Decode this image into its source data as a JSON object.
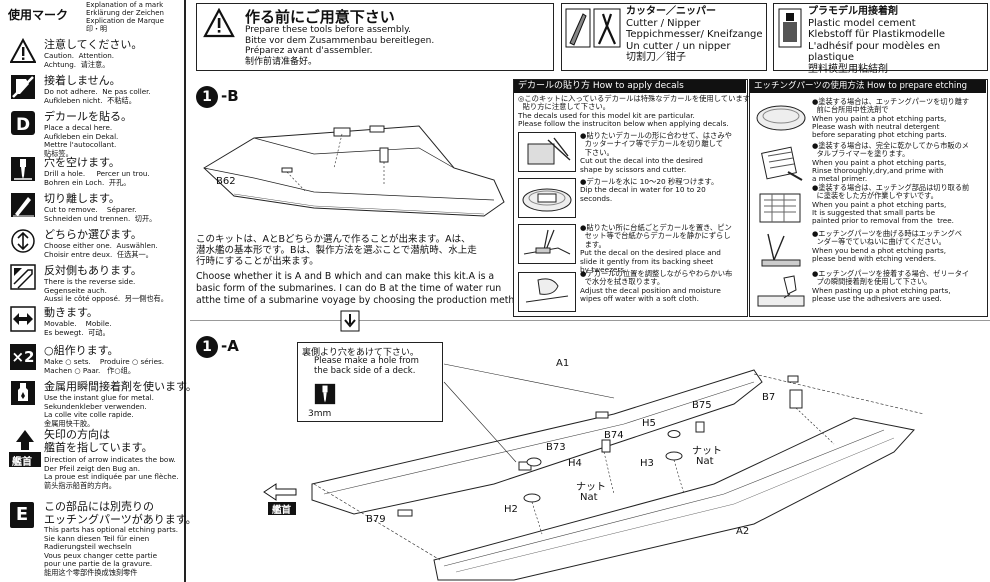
{
  "legend": {
    "title": "使用マーク",
    "header_en": "Explanation of a mark",
    "header_de": "Erklärung der Zeichen",
    "header_fr": "Explication de Marque",
    "header_cn": "印・明",
    "items": [
      {
        "jp": "注意してください。",
        "en": "Caution.  Attention.",
        "de": "Achtung.  请注意。",
        "fr": ""
      },
      {
        "jp": "接着しません。",
        "en": "Do not adhere.  Ne pas coller.",
        "de": "Aufkleben nicht.  不粘结。",
        "fr": ""
      },
      {
        "jp": "デカールを貼る。",
        "en": "Place a decal here.",
        "de": "Aufkleben ein Dekal.",
        "fr": "Mettre l'autocollant.\n贴标签。"
      },
      {
        "jp": "穴を空けます。",
        "en": "Drill a hole.     Percer un trou.",
        "de": "Bohren ein Loch.  开孔。",
        "fr": ""
      },
      {
        "jp": "切り離します。",
        "en": "Cut to remove.    Séparer.",
        "de": "Schneiden und trennen.  切开。",
        "fr": ""
      },
      {
        "jp": "どちらか選びます。",
        "en": "Choose either one.  Auswählen.",
        "de": "Choisir entre deux.  任选其一。",
        "fr": ""
      },
      {
        "jp": "反対側もあります。",
        "en": "There is the reverse side.",
        "de": "Gegenseite auch.",
        "fr": "Aussi le côté opposé.  另一側也有。"
      },
      {
        "jp": "動きます。",
        "en": "Movable.    Mobile.",
        "de": "Es bewegt.  可动。",
        "fr": ""
      },
      {
        "jp": "○組作ります。",
        "en": "Make ○ sets.    Produire ○ séries.",
        "de": "Machen ○ Paar.   作○组。",
        "fr": ""
      },
      {
        "jp": "金属用瞬間接着剤を使います。",
        "en": "Use the instant glue for metal.",
        "de": "Sekundenkleber verwenden.",
        "fr": "La colle vite colle rapide.\n金属用快干胶。"
      },
      {
        "jp": "矢印の方向は\n艦首を指しています。",
        "en": "Direction of arrow indicates the bow.",
        "de": "Der Pfeil zeigt den Bug an.",
        "fr": "La proue est indiquée par une flèche.\n箭头指示船首的方向。"
      },
      {
        "jp": "この部品には別売りの\nエッチングパーツがあります。",
        "en": "This parts has optional etching parts.",
        "de": "Sie kann diesen Teil für einen\nRadierungsteil wechseln",
        "fr": "Vous peux changer cette partie\npour une partie de la gravure.\n能用这个零部件换成蚀刻零件"
      }
    ],
    "icon_x2": "×2",
    "bow_label": "艦首",
    "etch_label": "E"
  },
  "tools": {
    "title_jp": "作る前にご用意下さい",
    "title_lines": [
      "Prepare these tools before assembly.",
      "Bitte vor dem Zusammenbau bereitlegen.",
      "Préparez avant d'assembler.",
      "制作前请准备好。"
    ],
    "cutter_lines": [
      "カッター／ニッパー",
      "Cutter / Nipper",
      "Teppichmesser/ Kneifzange",
      "Un cutter / un nipper",
      "切割刀／钳子"
    ],
    "cement_lines": [
      "プラモデル用接着剤",
      "Plastic model cement",
      "Klebstoff für Plastikmodelle",
      "L'adhésif pour modèles en plastique",
      "塑料模型用粘結剤"
    ]
  },
  "step1b": {
    "num": "1",
    "suffix": "-B",
    "part_b62": "B62",
    "text_jp": "このキットは、AとBどちらか選んで作ることが出来ます。Aは、\n潜水艦の基本形です。Bは、製作方法を選ぶことで潜航時、水上走\n行時にすることが出来ます。",
    "text_en": "Choose whether it is A and B which and can make this kit.A is a\nbasic form of the submarines. I can do B at the time of water run\natthe time of a submarine voyage by choosing the production method."
  },
  "decals": {
    "header_jp": "デカールの貼り方",
    "header_en": "How to apply decals",
    "intro": "◎このキットに入っているデカールは特殊なデカールを使用しています。\n  貼り方に注意して下さい。\nThe decals used for this model kit are particular.\nPlease follow the instruciton below when applying decals.",
    "steps": [
      "●貼りたいデカールの形に合わせて、はさみや\n  カッターナイフ等でデカールを切り離して\n  下さい。\nCut out the decal into the desired\nshape by scissors and cutter.",
      "●デカールを水に 10～20 秒程つけます。\nDip the decal in water for 10 to 20\nseconds.",
      "●貼りたい所に台紙ごとデカールを置き、ピン\n  セット等で台紙からデカールを静かにずらし\n  ます。\nPut the decal on the desired place and\nslide it gently from its backing sheet\nby tweezers.",
      "●デカールの位置を調整しながらやわらかい布\n  で水分を拭き取ります。\nAdjust the decal position and moisture\nwipes off water with a soft cloth."
    ]
  },
  "etching": {
    "header_jp": "エッチングパーツの使用方法",
    "header_en": "How to prepare etching parts",
    "steps": [
      "●塗装する場合は、エッチングパーツを切り離す\n  前に台所用中性洗剤で\nWhen you paint a phot etching parts,\nPlease wash with neutral detergent\nbefore separating phot etching parts.",
      "●塗装する場合は、完全に乾かしてから市販のメ\n  タルプライマーを塗ります。\nWhen you paint a phot etching parts,\nRinse thoroughly,dry,and prime with\na metal primer.",
      "●塗装する場合は、エッチング部品は切り取る前\n  に塗装をした方が作業しやすいです。\nWhen you paint a phot etching parts,\nIt is suggested that small parts be\npainted prior to removal from the  tree.",
      "●エッチングパーツを曲げる時はエッチングベ\n  ンダー等でていねいに曲げてください。\nWhen you bend a phot etching parts,\nplease bend with etching venders.",
      "●エッチングパーツを接着する場合、ゼリータイ\n  プの瞬間接着剤を使用して下さい。\nWhen pasting up a phot etching parts,\nplease use the adhesivers are used."
    ]
  },
  "step1a": {
    "num": "1",
    "suffix": "-A",
    "note_jp": "裏側より穴をあけて下さい。",
    "note_en": "Please make a hole from\nthe back side of a deck.",
    "drill_size": "3mm",
    "bow_label": "艦首",
    "parts": {
      "a1": "A1",
      "a2": "A2",
      "b73": "B73",
      "b74": "B74",
      "b75": "B75",
      "b7": "B7",
      "b79": "B79",
      "h2": "H2",
      "h3": "H3",
      "h4": "H4",
      "h5": "H5",
      "nat_jp1": "ナット",
      "nat_en1": "Nat",
      "nat_jp2": "ナット",
      "nat_en2": "Nat"
    }
  }
}
